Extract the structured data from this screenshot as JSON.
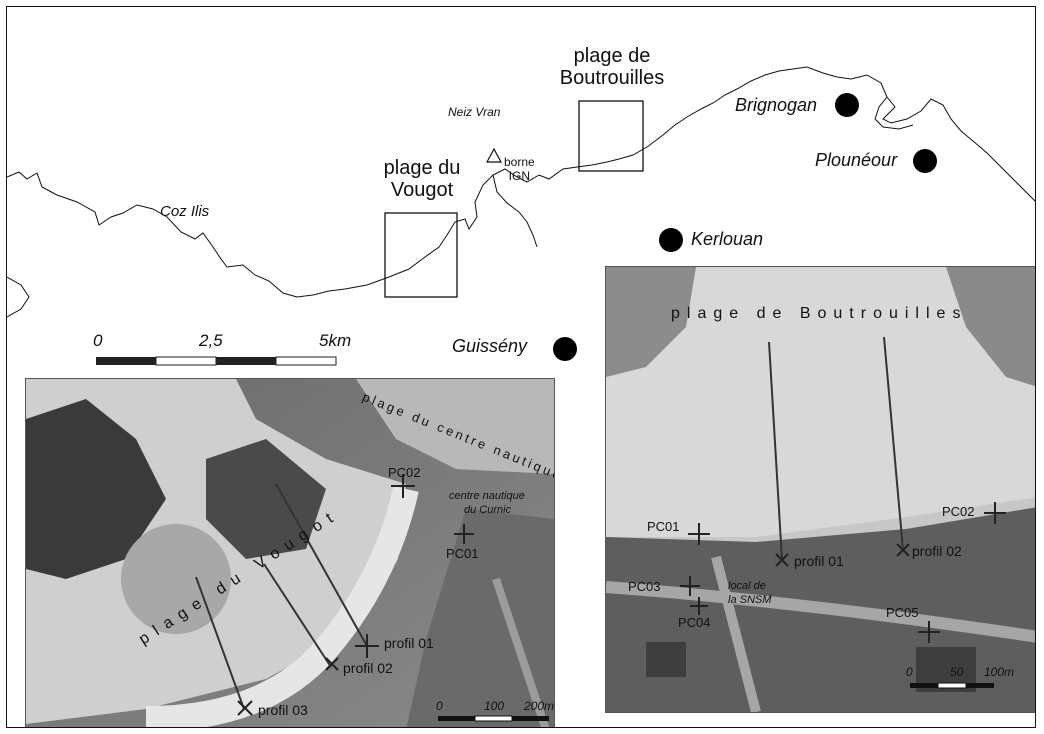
{
  "overview": {
    "places": {
      "brignogan": "Brignogan",
      "plouneour": "Plounéour",
      "kerlouan": "Kerlouan",
      "guisseny": "Guissény",
      "coz_ilis": "Coz Ilis",
      "neiz_vran": "Neiz Vran"
    },
    "boxes": {
      "boutrouilles_line1": "plage de",
      "boutrouilles_line2": "Boutrouilles",
      "vougot_line1": "plage du",
      "vougot_line2": "Vougot"
    },
    "borne": {
      "line1": "borne",
      "line2": "IGN"
    },
    "scale": {
      "label0": "0",
      "label1": "2,5",
      "label2": "5km"
    }
  },
  "vougot_photo": {
    "beach_name": "plage  du  Vougot",
    "centre_beach": "plage du centre nautique",
    "centre_label_line1": "centre nautique",
    "centre_label_line2": "du Curnic",
    "points": {
      "pc02": "PC02",
      "pc01": "PC01"
    },
    "profiles": {
      "p01": "profil 01",
      "p02": "profil 02",
      "p03": "profil 03"
    },
    "scale": {
      "label0": "0",
      "label1": "100",
      "label2": "200m"
    }
  },
  "boutrouilles_photo": {
    "title": "plage  de  Boutrouilles",
    "local_line1": "local de",
    "local_line2": "la SNSM",
    "points": {
      "pc01": "PC01",
      "pc02": "PC02",
      "pc03": "PC03",
      "pc04": "PC04",
      "pc05": "PC05"
    },
    "profiles": {
      "p01": "profil 01",
      "p02": "profil 02"
    },
    "scale": {
      "label0": "0",
      "label1": "50",
      "label2": "100m"
    }
  }
}
